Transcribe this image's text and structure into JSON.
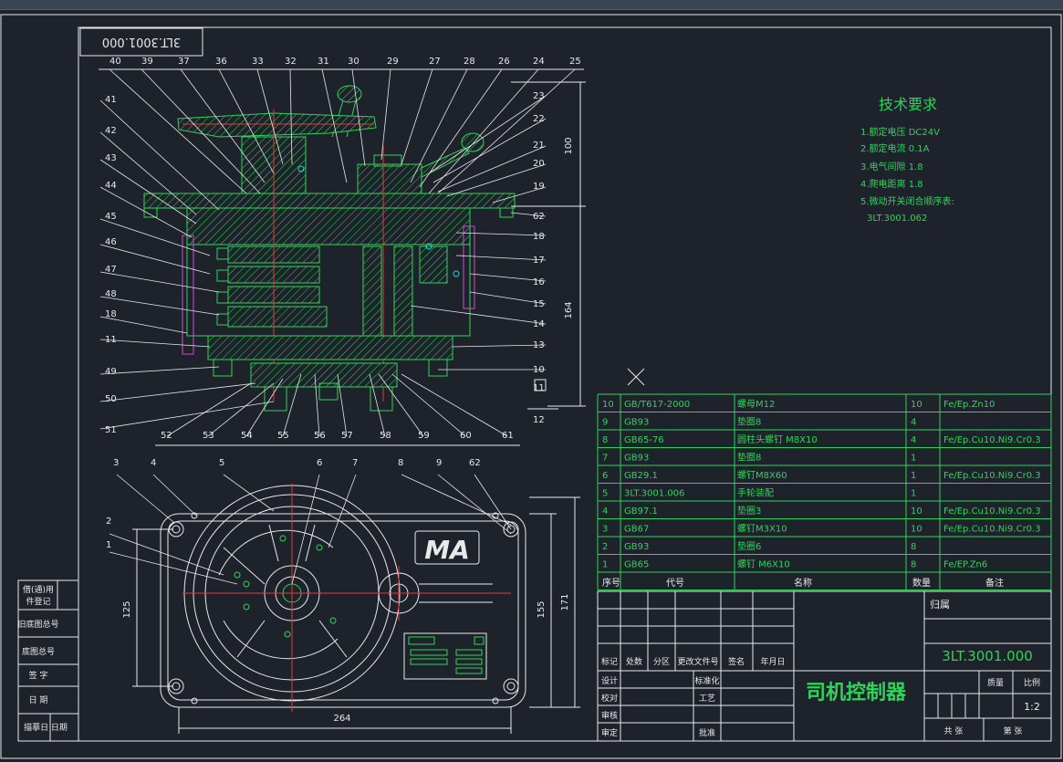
{
  "drawing_number_box": "3LT.3001.000",
  "title_block": {
    "drawing_name": "司机控制器",
    "drawing_code": "3LT.3001.000",
    "scale_label": "比例",
    "scale": "1:2",
    "weight_label": "质量",
    "belongs_label": "归属",
    "rows": [
      "设计",
      "校对",
      "审核",
      "审定"
    ],
    "signature_headers": [
      "标记",
      "处数",
      "分区",
      "更改文件号",
      "签名",
      "年月日"
    ],
    "approvals": [
      "标准化",
      "工艺",
      "批准"
    ],
    "bottom": [
      "共 张",
      "第 张"
    ]
  },
  "tech_requirements": {
    "title": "技术要求",
    "items": [
      "1.额定电压 DC24V",
      "2.额定电流 0.1A",
      "3.电气间隙 1.8",
      "4.爬电距离 1.8",
      "5.微动开关闭合顺序表:",
      "3LT.3001.062"
    ]
  },
  "bom": {
    "header": {
      "no": "序号",
      "code": "代号",
      "name": "名称",
      "qty": "数量",
      "note": "备注"
    },
    "rows": [
      {
        "no": "10",
        "code": "GB/T617-2000",
        "name": "螺母M12",
        "qty": "10",
        "note": "Fe/Ep.Zn10"
      },
      {
        "no": "9",
        "code": "GB93",
        "name": "垫圈8",
        "qty": "4",
        "note": ""
      },
      {
        "no": "8",
        "code": "GB65-76",
        "name": "圆柱头螺钉 M8X10",
        "qty": "4",
        "note": "Fe/Ep.Cu10.Ni9.Cr0.3"
      },
      {
        "no": "7",
        "code": "GB93",
        "name": "垫圈8",
        "qty": "1",
        "note": ""
      },
      {
        "no": "6",
        "code": "GB29.1",
        "name": "螺钉M8X60",
        "qty": "1",
        "note": "Fe/Ep.Cu10.Ni9.Cr0.3"
      },
      {
        "no": "5",
        "code": "3LT.3001.006",
        "name": "手轮装配",
        "qty": "1",
        "note": ""
      },
      {
        "no": "4",
        "code": "GB97.1",
        "name": "垫圈3",
        "qty": "10",
        "note": "Fe/Ep.Cu10.Ni9.Cr0.3"
      },
      {
        "no": "3",
        "code": "GB67",
        "name": "螺钉M3X10",
        "qty": "10",
        "note": "Fe/Ep.Cu10.Ni9.Cr0.3"
      },
      {
        "no": "2",
        "code": "GB93",
        "name": "垫圈6",
        "qty": "8",
        "note": ""
      },
      {
        "no": "1",
        "code": "GB65",
        "name": "螺钉 M6X10",
        "qty": "8",
        "note": "Fe/EP.Zn6"
      }
    ]
  },
  "left_strip": [
    "借(通)用",
    "件登记",
    "旧底图总号",
    "底图总号",
    "签 字",
    "日 期",
    "描摹日 日期"
  ],
  "dimensions": {
    "d100": "100",
    "d164": "164",
    "d264": "264",
    "d125": "125",
    "d155": "155",
    "d171": "171"
  },
  "callouts_top": [
    "40",
    "39",
    "37",
    "36",
    "33",
    "32",
    "31",
    "30",
    "29",
    "27",
    "28",
    "26",
    "24",
    "25"
  ],
  "callouts_right": [
    "23",
    "22",
    "21",
    "20",
    "19",
    "62",
    "18",
    "17",
    "16",
    "15",
    "14",
    "13",
    "10",
    "11",
    "12"
  ],
  "callouts_left": [
    "41",
    "42",
    "43",
    "44",
    "45",
    "46",
    "47",
    "48",
    "18",
    "11",
    "49",
    "50",
    "51"
  ],
  "callouts_bottom": [
    "52",
    "53",
    "54",
    "55",
    "56",
    "57",
    "58",
    "59",
    "60",
    "61"
  ],
  "callouts_plan": [
    "3",
    "4",
    "5",
    "6",
    "7",
    "8",
    "9",
    "62",
    "2",
    "1"
  ],
  "logo": "MA"
}
